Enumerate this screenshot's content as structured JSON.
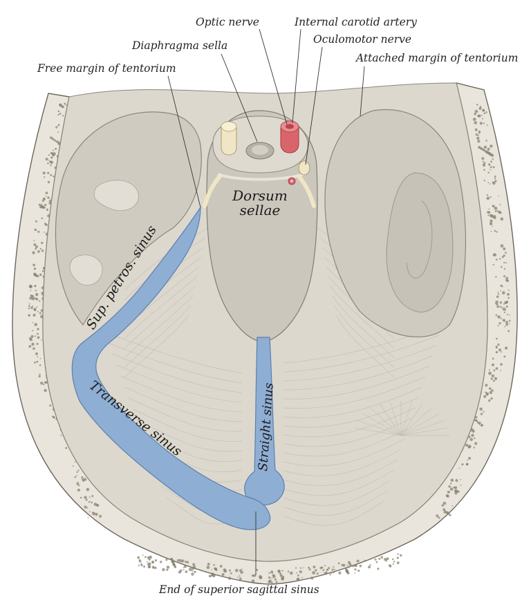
{
  "labels": {
    "optic_nerve": "Optic nerve",
    "internal_carotid_artery": "Internal carotid artery",
    "diaphragma_sella": "Diaphragma sella",
    "oculomotor_nerve": "Oculomotor nerve",
    "free_margin_tentorium": "Free margin of tentorium",
    "attached_margin_tentorium": "Attached margin of tentorium",
    "dorsum_sellae_line1": "Dorsum",
    "dorsum_sellae_line2": "sellae",
    "sup_petros_sinus": "Sup. petros. sinus",
    "transverse_sinus": "Transverse sinus",
    "straight_sinus": "Straight sinus",
    "end_superior_sagittal_sinus": "End of superior sagittal sinus"
  },
  "colors": {
    "bone": "#e9e5dc",
    "bone_dots": "#8a8170",
    "tentorium": "#dcd8ce",
    "fossa": "#cfcbc1",
    "sinus": "#8faed3",
    "sinus_stroke": "#5b7fae",
    "nerve": "#f0e6c6",
    "artery": "#d9656b"
  }
}
